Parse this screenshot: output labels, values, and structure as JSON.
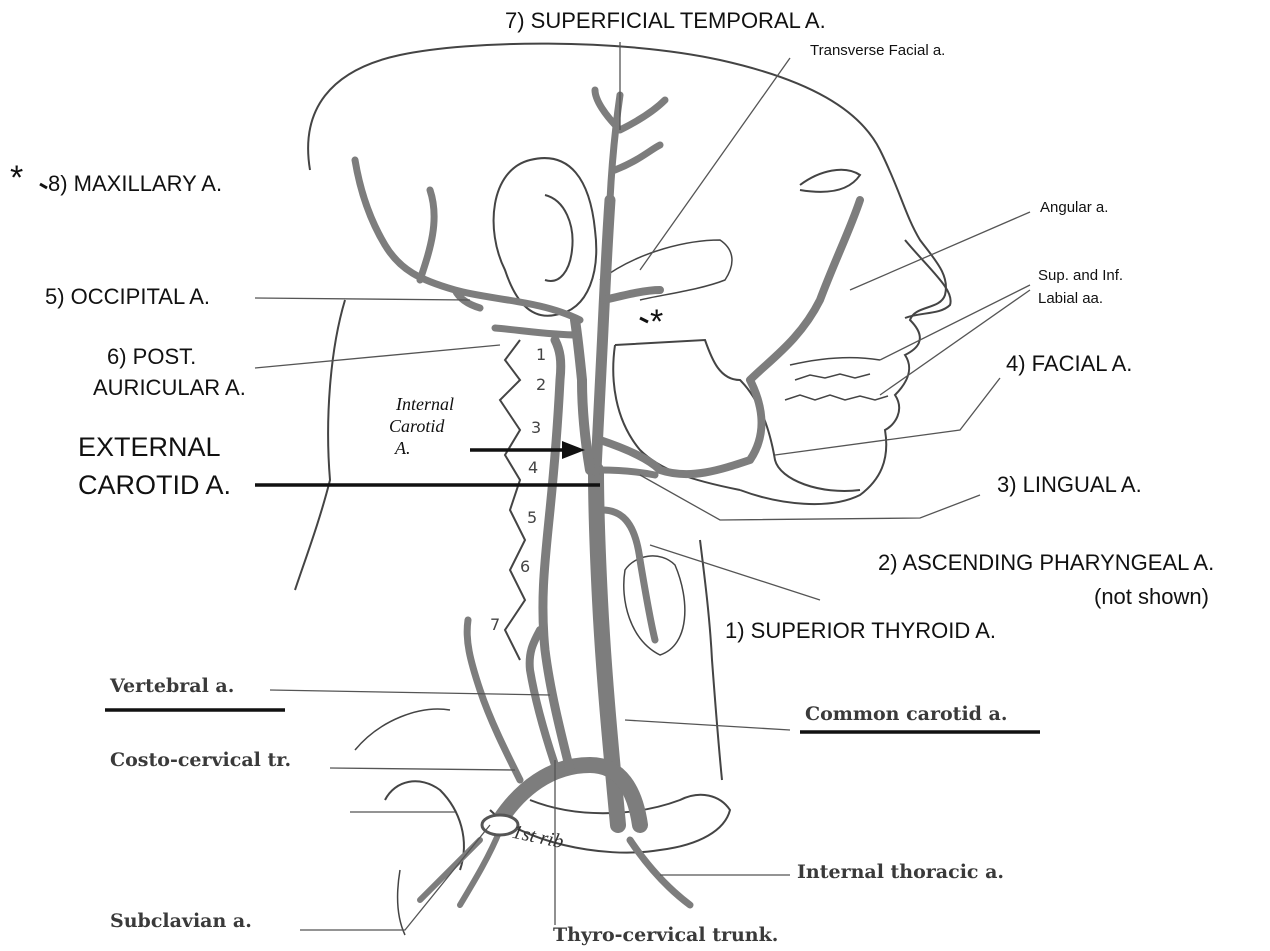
{
  "labels": {
    "superficial_temporal": "7) SUPERFICIAL TEMPORAL A.",
    "transverse_facial": "Transverse Facial a.",
    "maxillary": "8) MAXILLARY A.",
    "maxillary_marker": "*",
    "angular": "Angular a.",
    "occipital": "5) OCCIPITAL A.",
    "labial_line1": "Sup. and Inf.",
    "labial_line2": "Labial aa.",
    "post_auricular_line1": "6) POST.",
    "post_auricular_line2": "AURICULAR A.",
    "facial": "4) FACIAL A.",
    "internal_carotid_line1": "Internal",
    "internal_carotid_line2": "Carotid",
    "internal_carotid_line3": "A.",
    "external_carotid_line1": "EXTERNAL",
    "external_carotid_line2": "CAROTID A.",
    "lingual": "3) LINGUAL A.",
    "ascending_pharyngeal": "2) ASCENDING PHARYNGEAL A.",
    "not_shown": "(not shown)",
    "superior_thyroid": "1) SUPERIOR THYROID A.",
    "vertebral": "Vertebral a.",
    "common_carotid": "Common carotid a.",
    "costo_cervical": "Costo-cervical tr.",
    "internal_thoracic": "Internal thoracic a.",
    "subclavian": "Subclavian a.",
    "thyro_cervical": "Thyro-cervical trunk.",
    "maxillary_star_marker": "*"
  },
  "vertebrae": [
    "1",
    "2",
    "3",
    "4",
    "5",
    "6",
    "7"
  ],
  "rib_label": "1st rib",
  "colors": {
    "artery": "#7d7d7d",
    "artery_dark": "#555555",
    "outline": "#444444",
    "leader": "#555555",
    "text": "#111111"
  }
}
